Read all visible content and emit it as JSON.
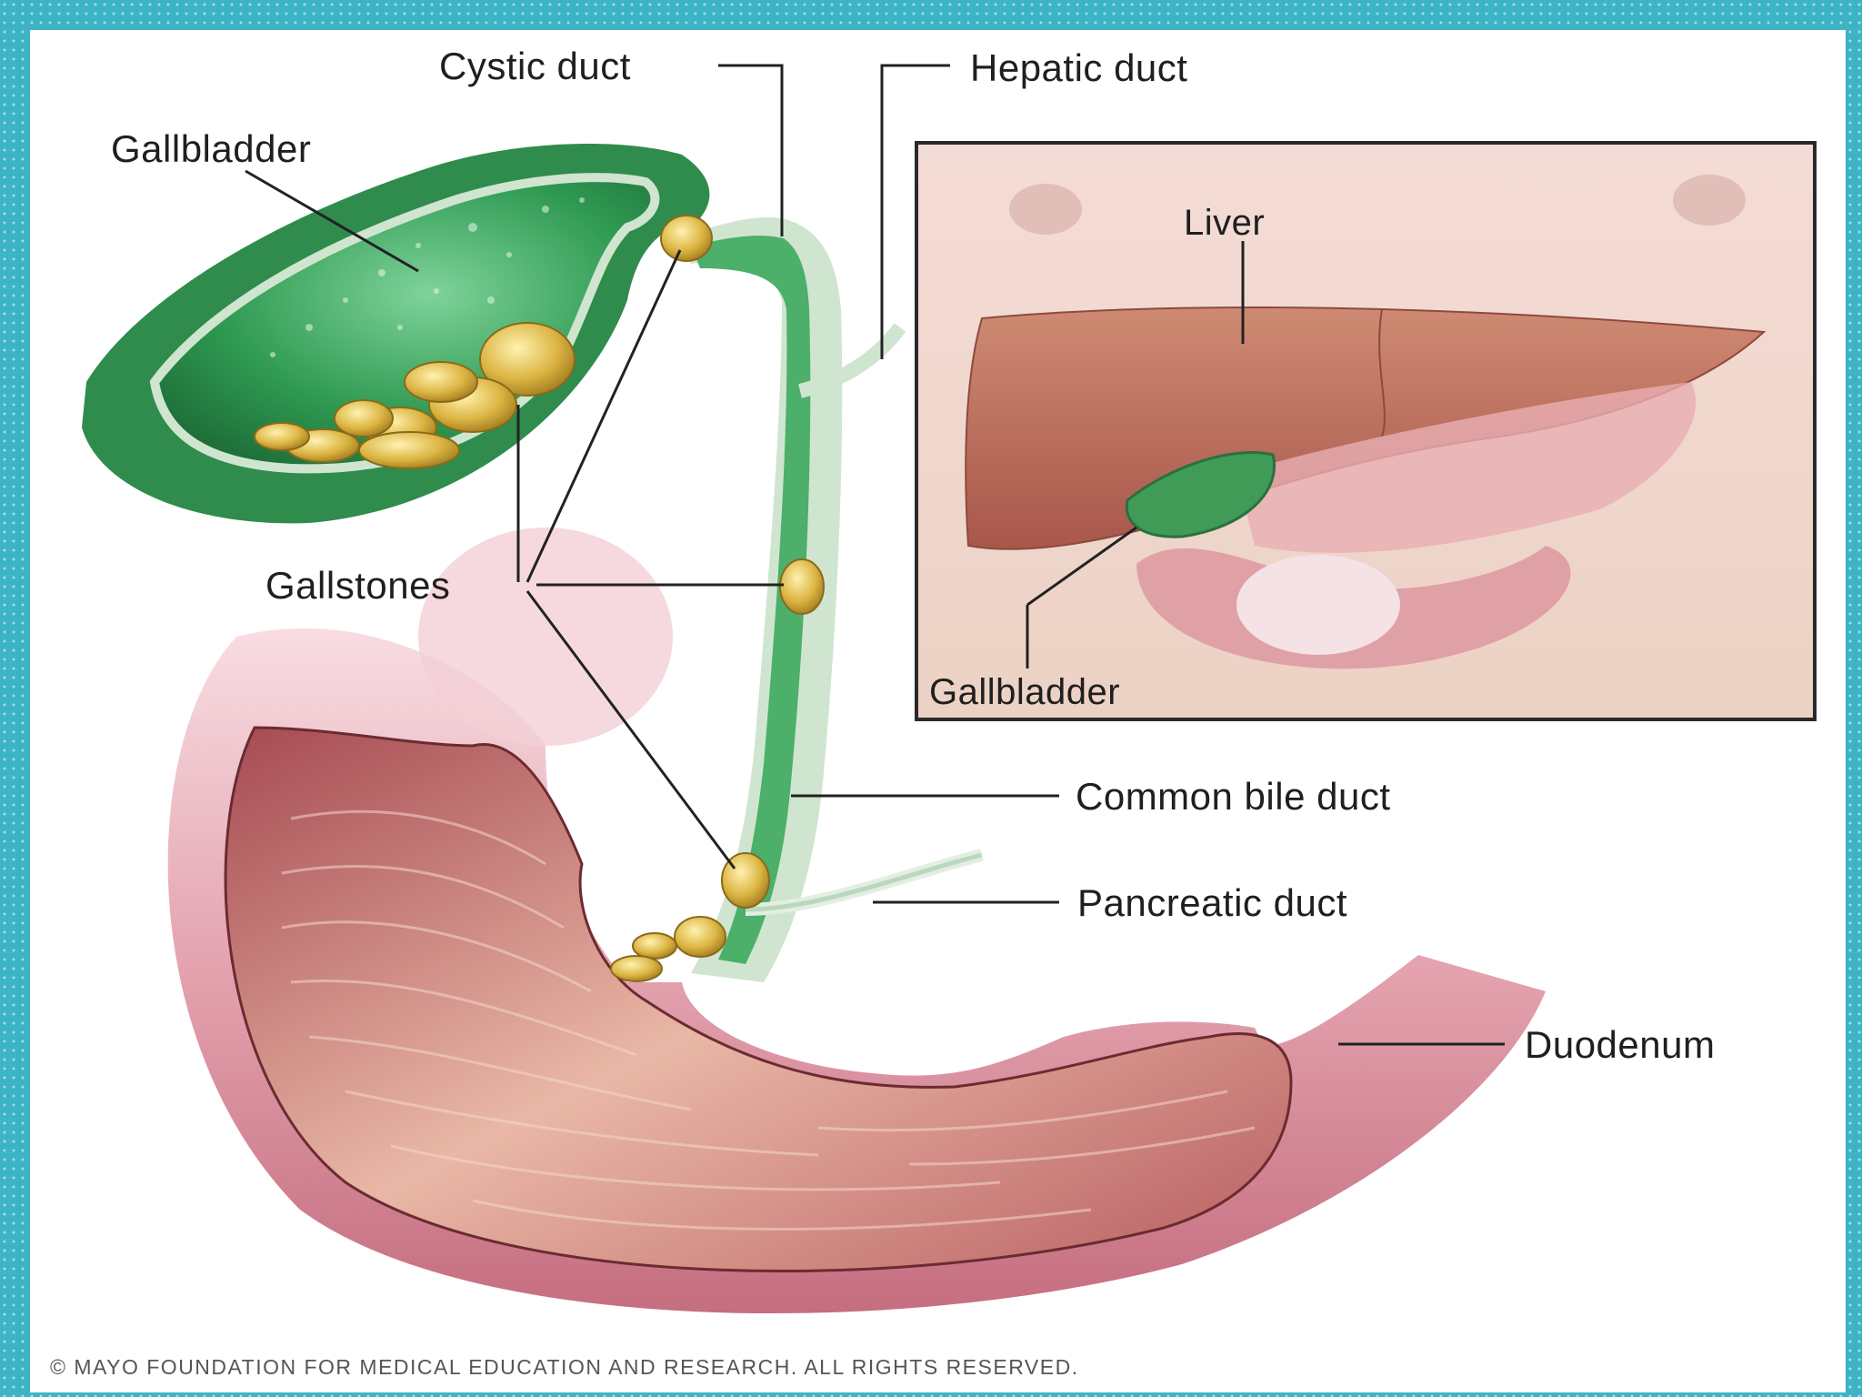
{
  "labels": {
    "cystic_duct": "Cystic duct",
    "hepatic_duct": "Hepatic duct",
    "gallbladder": "Gallbladder",
    "gallstones": "Gallstones",
    "common_bile_duct": "Common bile duct",
    "pancreatic_duct": "Pancreatic duct",
    "duodenum": "Duodenum"
  },
  "inset": {
    "liver": "Liver",
    "gallbladder": "Gallbladder"
  },
  "copyright": "© MAYO FOUNDATION FOR MEDICAL EDUCATION AND RESEARCH. ALL RIGHTS RESERVED.",
  "colors": {
    "frame": "#3db4c6",
    "gallbladder_green": "#2f9a52",
    "bile_green": "#4caf6a",
    "stone_yellow": "#d9b441",
    "duodenum_pink": "#d98d99",
    "liver_brown": "#b86a55"
  }
}
